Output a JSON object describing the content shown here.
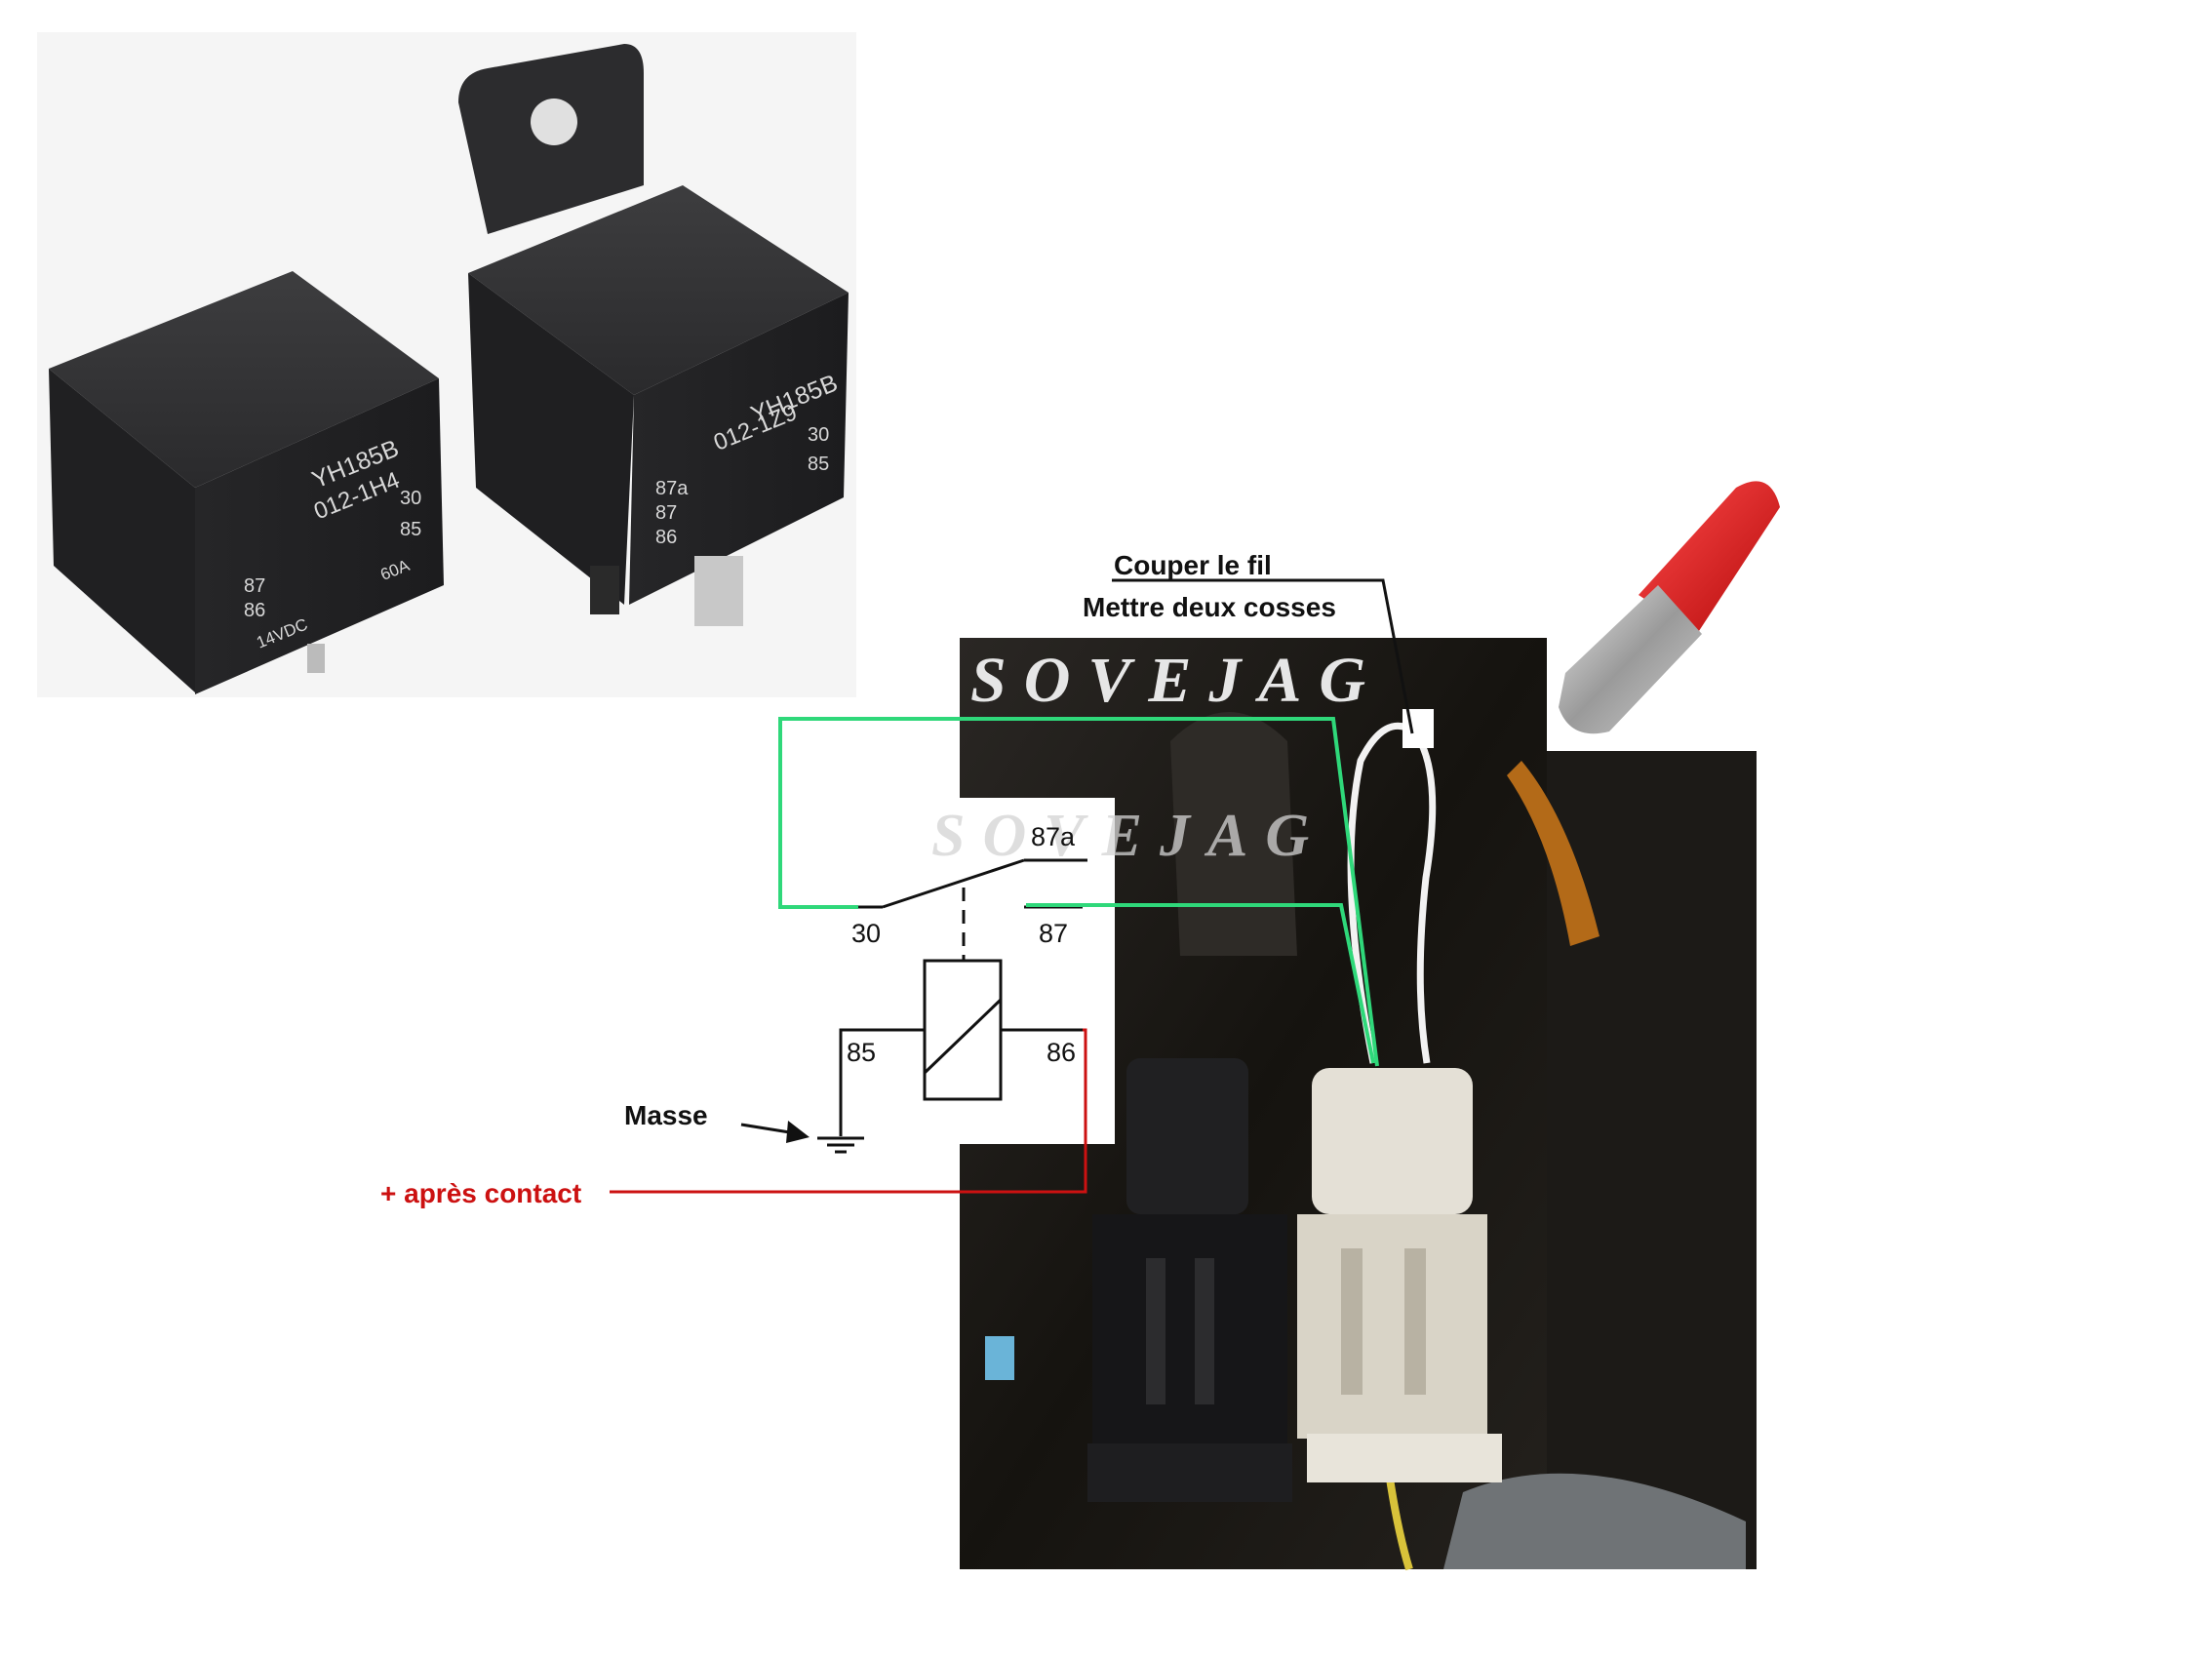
{
  "annotations": {
    "cut_line1": "Couper le fil",
    "cut_line2": "Mettre deux cosses",
    "ground": "Masse",
    "ignition": "+ après contact"
  },
  "relay_pins": {
    "p30": "30",
    "p87a": "87a",
    "p87": "87",
    "p85": "85",
    "p86": "86"
  },
  "watermarks": {
    "main": "SOVEJAG",
    "schematic": "SOVEJAG"
  },
  "relay_left": {
    "model": "YH185B",
    "code": "012-1H4",
    "pin30": "30",
    "pin85": "85",
    "pin87": "87",
    "pin86": "86",
    "voltage": "14VDC",
    "current": "60A"
  },
  "relay_right": {
    "model": "YH185B",
    "code": "012-1Z9",
    "pin30": "30",
    "pin85": "85",
    "pin87a": "87a",
    "pin87": "87",
    "pin86": "86"
  },
  "colors": {
    "green_wire": "#2fd87a",
    "red_wire": "#cc1111",
    "ignition_text": "#cc1111",
    "photo_dark": "#1a1816"
  }
}
